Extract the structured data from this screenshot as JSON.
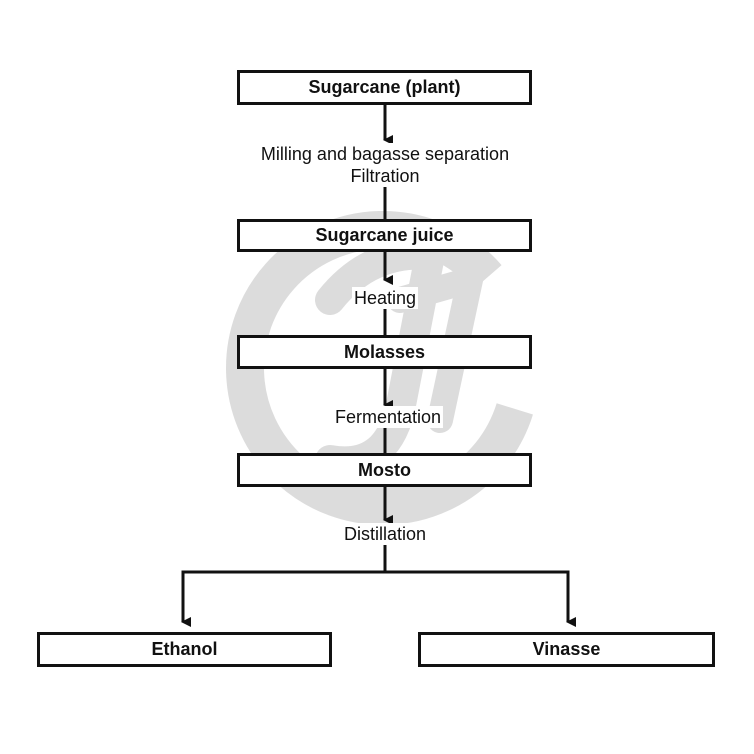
{
  "nodes": {
    "sugarcane": "Sugarcane (plant)",
    "juice": "Sugarcane juice",
    "molasses": "Molasses",
    "mosto": "Mosto",
    "ethanol": "Ethanol",
    "vinasse": "Vinasse"
  },
  "steps": {
    "milling": "Milling and bagasse separation",
    "filtration": "Filtration",
    "heating": "Heating",
    "fermentation": "Fermentation",
    "distillation": "Distillation"
  },
  "watermark": "JF"
}
